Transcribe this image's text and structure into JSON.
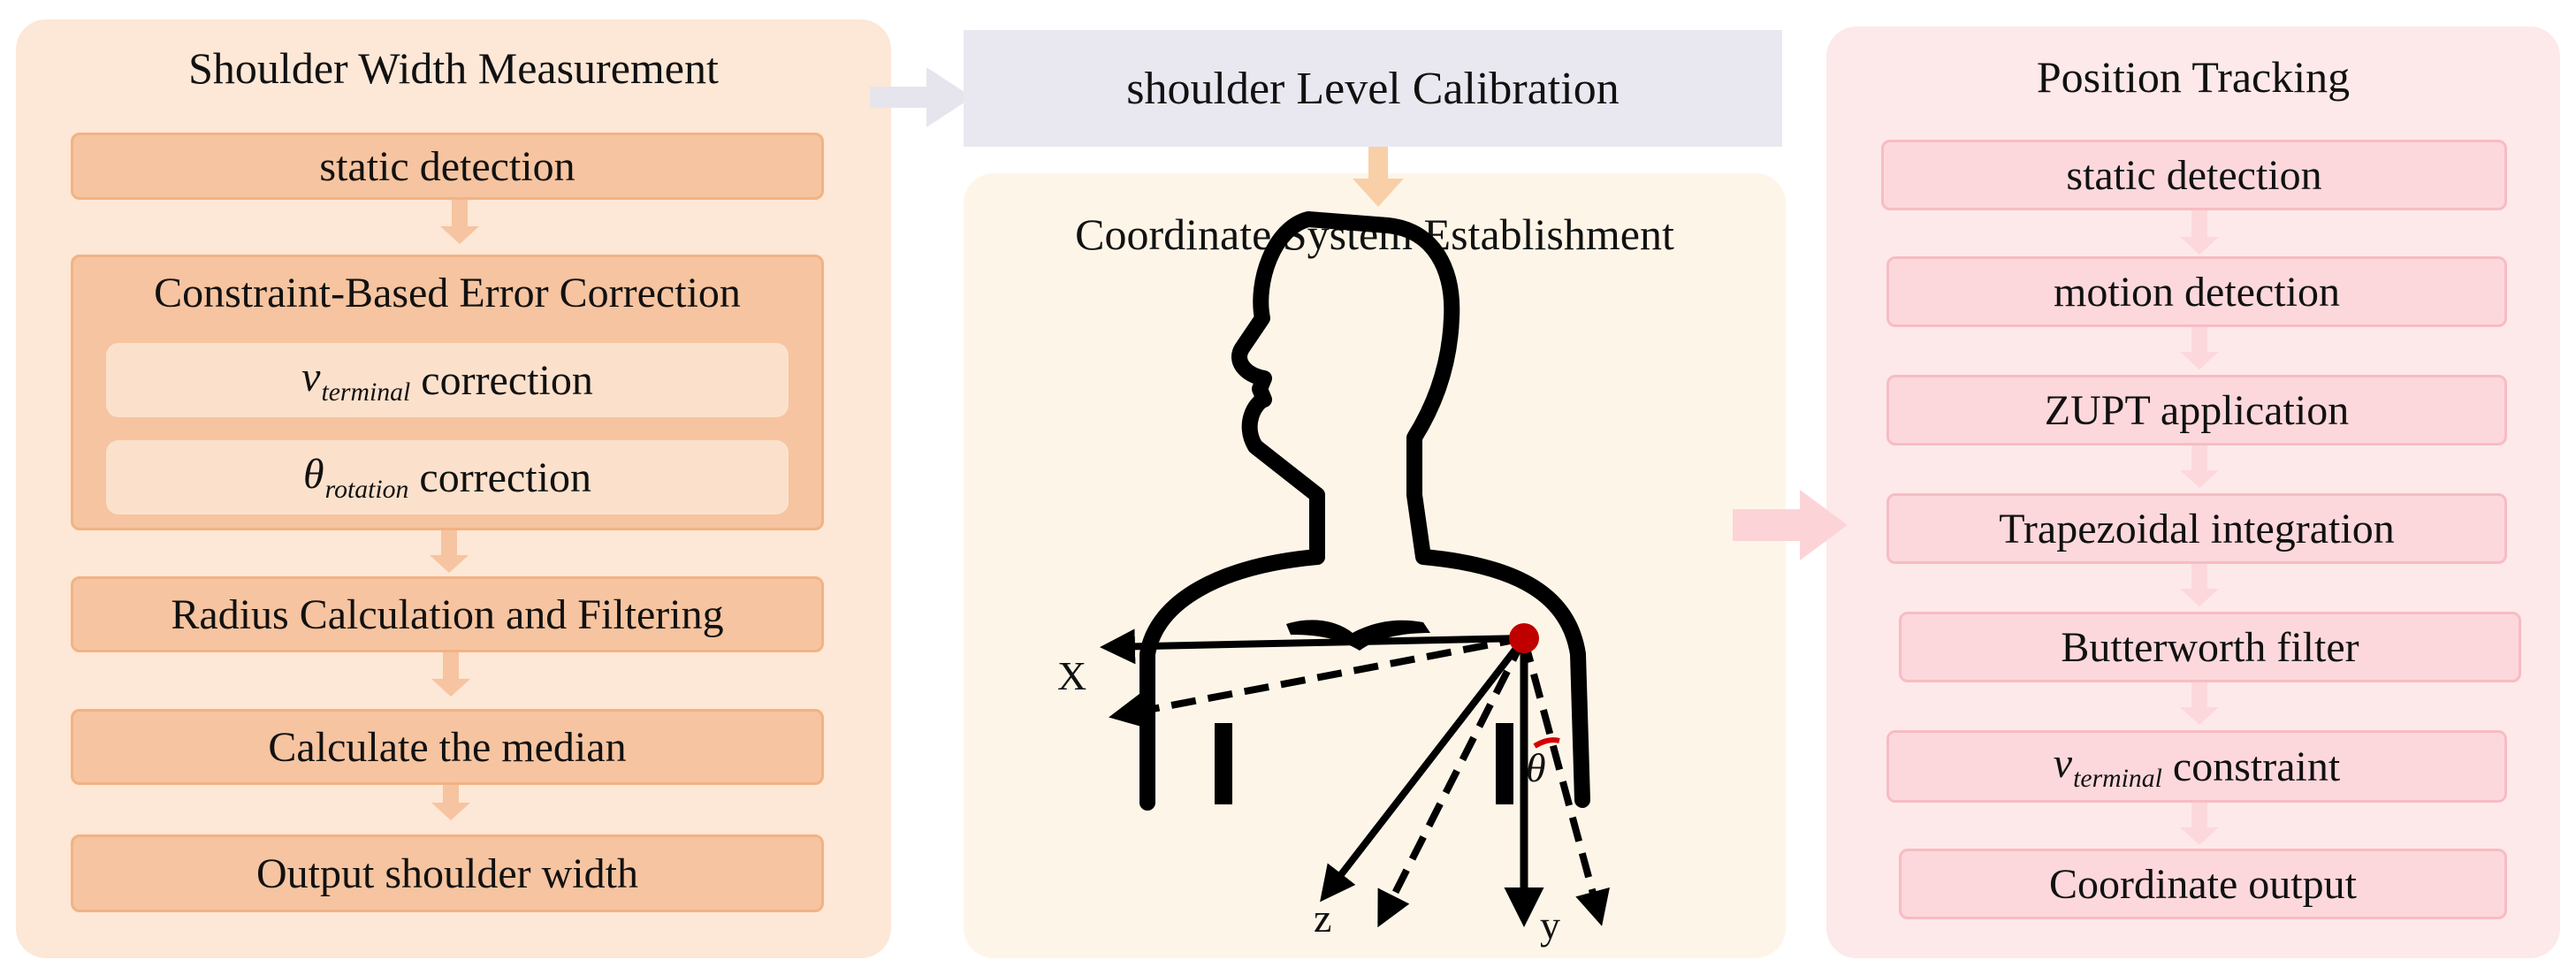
{
  "left_panel": {
    "title": "Shoulder Width Measurement",
    "step_static": "static detection",
    "group_title": "Constraint-Based Error Correction",
    "sub1": {
      "var": "v",
      "subscript": "terminal",
      "label": " correction"
    },
    "sub2": {
      "var": "θ",
      "subscript": "rotation",
      "label": " correction"
    },
    "step_radius": "Radius Calculation and Filtering",
    "step_median": "Calculate the median",
    "step_output": "Output shoulder width"
  },
  "middle": {
    "calibration": "shoulder Level Calibration",
    "title": "Coordinate System Establishment",
    "axes": {
      "x": "X",
      "z": "z",
      "y": "y",
      "theta": "θ"
    }
  },
  "right_panel": {
    "title": "Position Tracking",
    "steps": [
      "static detection",
      "motion detection",
      "ZUPT application",
      "Trapezoidal integration",
      "Butterworth filter"
    ],
    "constraint": {
      "var": "v",
      "subscript": "terminal",
      "label": " constraint"
    },
    "output": "Coordinate output"
  },
  "colors": {
    "left_panel_bg": "#fde7d6",
    "left_box": "#f6c4a0",
    "middle_panel_bg": "#fdf6e8",
    "calibration_bg": "#e9e8f0",
    "right_panel_bg": "#fde9e9",
    "right_box": "#fcd8dc",
    "shoulder_point": "#c00000"
  }
}
